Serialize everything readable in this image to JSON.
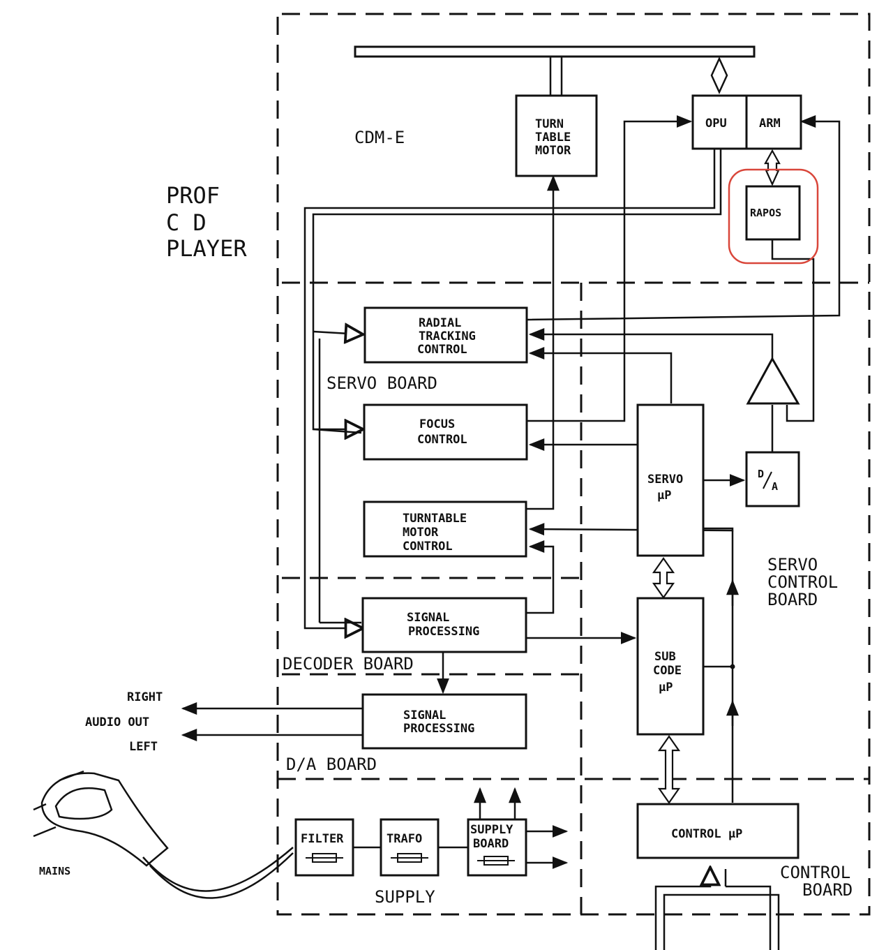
{
  "colors": {
    "line": "#111111",
    "highlight": "#d9463a",
    "background": "#ffffff"
  },
  "title": {
    "line1": "PROF",
    "line2": "C D",
    "line3": "PLAYER"
  },
  "sections": {
    "cdm": "CDM-E",
    "servo_board": "SERVO  BOARD",
    "decoder_board": "DECODER BOARD",
    "da_board": "D/A  BOARD",
    "supply": "SUPPLY",
    "servo_control": {
      "line1": "SERVO",
      "line2": "CONTROL",
      "line3": "BOARD"
    },
    "control_board": {
      "line1": "CONTROL",
      "line2": "BOARD"
    }
  },
  "blocks": {
    "turntable_motor": {
      "line1": "TURN",
      "line2": "TABLE",
      "line3": "MOTOR"
    },
    "opu": "OPU",
    "arm": "ARM",
    "rapos": "RAPOS",
    "radial": {
      "line1": "RADIAL",
      "line2": "TRACKING",
      "line3": "CONTROL"
    },
    "focus": {
      "line1": "FOCUS",
      "line2": "CONTROL"
    },
    "tt_motor_control": {
      "line1": "TURNTABLE",
      "line2": "MOTOR",
      "line3": "CONTROL"
    },
    "signal_processing_1": {
      "line1": "SIGNAL",
      "line2": "PROCESSING"
    },
    "signal_processing_2": {
      "line1": "SIGNAL",
      "line2": "PROCESSING"
    },
    "servo_up": {
      "line1": "SERVO",
      "line2": "µP"
    },
    "da": {
      "top": "D",
      "bottom": "A"
    },
    "subcode": {
      "line1": "SUB",
      "line2": "CODE",
      "line3": "µP"
    },
    "control_up": "CONTROL  µP",
    "filter": "FILTER",
    "trafo": "TRAFO",
    "supply_board": {
      "line1": "SUPPLY",
      "line2": "BOARD"
    }
  },
  "audio": {
    "right": "RIGHT",
    "audio_out": "AUDIO OUT",
    "left": "LEFT"
  },
  "mains": "MAINS"
}
